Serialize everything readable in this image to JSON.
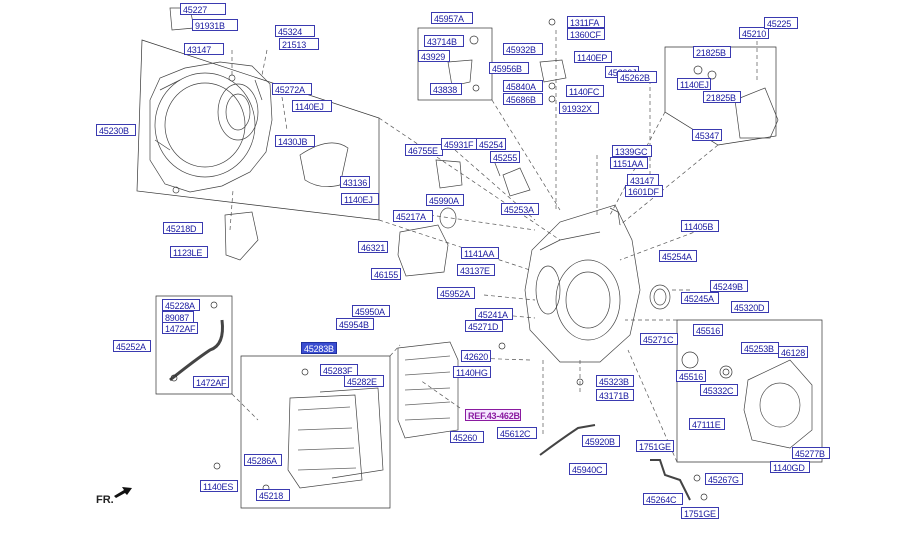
{
  "parts": [
    {
      "id": "p45227",
      "text": "45227"
    },
    {
      "id": "p91931B",
      "text": "91931B"
    },
    {
      "id": "p45324",
      "text": "45324"
    },
    {
      "id": "p21513",
      "text": "21513"
    },
    {
      "id": "p43147a",
      "text": "43147"
    },
    {
      "id": "p45272A",
      "text": "45272A"
    },
    {
      "id": "p1140EJa",
      "text": "1140EJ"
    },
    {
      "id": "p45230B",
      "text": "45230B"
    },
    {
      "id": "p1430JB",
      "text": "1430JB"
    },
    {
      "id": "p43136",
      "text": "43136"
    },
    {
      "id": "p1140EJb",
      "text": "1140EJ"
    },
    {
      "id": "p45218D",
      "text": "45218D"
    },
    {
      "id": "p1123LE",
      "text": "1123LE"
    },
    {
      "id": "p45957A",
      "text": "45957A"
    },
    {
      "id": "p43714B",
      "text": "43714B"
    },
    {
      "id": "p43929",
      "text": "43929"
    },
    {
      "id": "p43838",
      "text": "43838"
    },
    {
      "id": "p1311FA",
      "text": "1311FA"
    },
    {
      "id": "p1360CF",
      "text": "1360CF"
    },
    {
      "id": "p45932B",
      "text": "45932B"
    },
    {
      "id": "p1140EP",
      "text": "1140EP"
    },
    {
      "id": "p45956B",
      "text": "45956B"
    },
    {
      "id": "p45260J",
      "text": "45260J"
    },
    {
      "id": "p45262B",
      "text": "45262B"
    },
    {
      "id": "p45840A",
      "text": "45840A"
    },
    {
      "id": "p1140FC",
      "text": "1140FC"
    },
    {
      "id": "p45686B",
      "text": "45686B"
    },
    {
      "id": "p91932X",
      "text": "91932X"
    },
    {
      "id": "p45210",
      "text": "45210"
    },
    {
      "id": "p45225",
      "text": "45225"
    },
    {
      "id": "p21825Ba",
      "text": "21825B"
    },
    {
      "id": "p1140EJc",
      "text": "1140EJ"
    },
    {
      "id": "p21825Bb",
      "text": "21825B"
    },
    {
      "id": "p45347",
      "text": "45347"
    },
    {
      "id": "p46755E",
      "text": "46755E"
    },
    {
      "id": "p45931F",
      "text": "45931F"
    },
    {
      "id": "p45254",
      "text": "45254"
    },
    {
      "id": "p45255",
      "text": "45255"
    },
    {
      "id": "p1339GC",
      "text": "1339GC"
    },
    {
      "id": "p1151AA",
      "text": "1151AA"
    },
    {
      "id": "p43147b",
      "text": "43147"
    },
    {
      "id": "p1601DF",
      "text": "1601DF"
    },
    {
      "id": "p45990A",
      "text": "45990A"
    },
    {
      "id": "p45217A",
      "text": "45217A"
    },
    {
      "id": "p45253A",
      "text": "45253A"
    },
    {
      "id": "p11405B",
      "text": "11405B"
    },
    {
      "id": "p46321",
      "text": "46321"
    },
    {
      "id": "p1141AA",
      "text": "1141AA"
    },
    {
      "id": "p43137E",
      "text": "43137E"
    },
    {
      "id": "p45254A",
      "text": "45254A"
    },
    {
      "id": "p46155",
      "text": "46155"
    },
    {
      "id": "p45249B",
      "text": "45249B"
    },
    {
      "id": "p45245A",
      "text": "45245A"
    },
    {
      "id": "p45952A",
      "text": "45952A"
    },
    {
      "id": "p45228A",
      "text": "45228A"
    },
    {
      "id": "p89087",
      "text": "89087"
    },
    {
      "id": "p1472AFa",
      "text": "1472AF"
    },
    {
      "id": "p45950A",
      "text": "45950A"
    },
    {
      "id": "p45954B",
      "text": "45954B"
    },
    {
      "id": "p45241A",
      "text": "45241A"
    },
    {
      "id": "p45271D",
      "text": "45271D"
    },
    {
      "id": "p45320D",
      "text": "45320D"
    },
    {
      "id": "p45516a",
      "text": "45516"
    },
    {
      "id": "p45252A",
      "text": "45252A"
    },
    {
      "id": "p45283B",
      "text": "45283B",
      "selected": true
    },
    {
      "id": "p45271C",
      "text": "45271C"
    },
    {
      "id": "p45253B",
      "text": "45253B"
    },
    {
      "id": "p46128",
      "text": "46128"
    },
    {
      "id": "p42620",
      "text": "42620"
    },
    {
      "id": "p45283F",
      "text": "45283F"
    },
    {
      "id": "p1140HG",
      "text": "1140HG"
    },
    {
      "id": "p45516b",
      "text": "45516"
    },
    {
      "id": "p45323B",
      "text": "45323B"
    },
    {
      "id": "p1472AFb",
      "text": "1472AF"
    },
    {
      "id": "p45282E",
      "text": "45282E"
    },
    {
      "id": "p45332C",
      "text": "45332C"
    },
    {
      "id": "p43171B",
      "text": "43171B"
    },
    {
      "id": "pREF",
      "text": "REF.43-462B",
      "ref": true
    },
    {
      "id": "p47111E",
      "text": "47111E"
    },
    {
      "id": "p45612C",
      "text": "45612C"
    },
    {
      "id": "p45260",
      "text": "45260"
    },
    {
      "id": "p45920B",
      "text": "45920B"
    },
    {
      "id": "p1751GEa",
      "text": "1751GE"
    },
    {
      "id": "p45277B",
      "text": "45277B"
    },
    {
      "id": "p45286A",
      "text": "45286A"
    },
    {
      "id": "p45940C",
      "text": "45940C"
    },
    {
      "id": "p1140GD",
      "text": "1140GD"
    },
    {
      "id": "p45267G",
      "text": "45267G"
    },
    {
      "id": "p1140ES",
      "text": "1140ES"
    },
    {
      "id": "p45218",
      "text": "45218"
    },
    {
      "id": "p45264C",
      "text": "45264C"
    },
    {
      "id": "p1751GEb",
      "text": "1751GE"
    }
  ],
  "direction_label": "FR."
}
